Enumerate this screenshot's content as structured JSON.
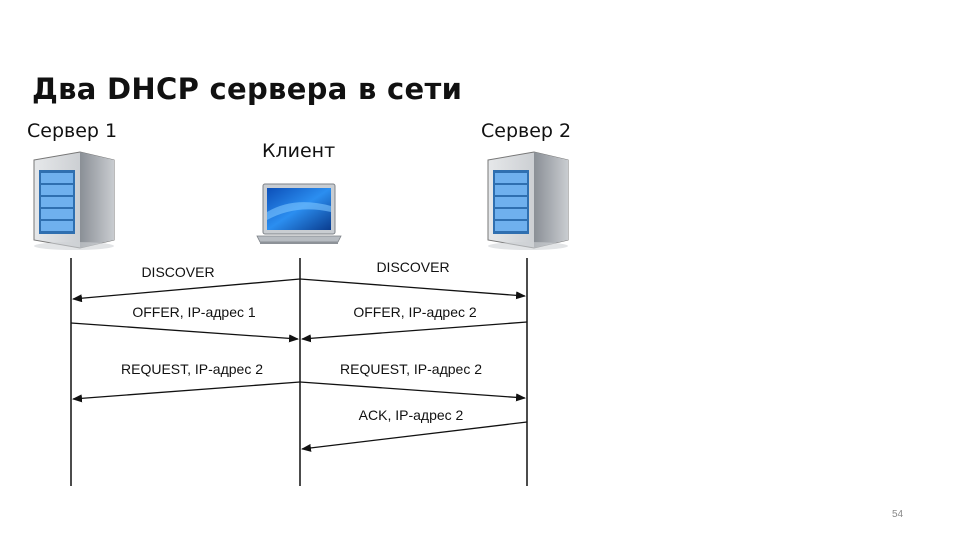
{
  "slide": {
    "title": "Два DHCP сервера в сети",
    "page_number": "54"
  },
  "actors": {
    "server1": {
      "label": "Сервер 1",
      "icon": "server-icon"
    },
    "client": {
      "label": "Клиент",
      "icon": "laptop-icon"
    },
    "server2": {
      "label": "Сервер 2",
      "icon": "server-icon"
    }
  },
  "messages": [
    {
      "label": "DISCOVER",
      "from": "client",
      "to": "server1"
    },
    {
      "label": "DISCOVER",
      "from": "client",
      "to": "server2"
    },
    {
      "label": "OFFER, IP-адрес 1",
      "from": "server1",
      "to": "client"
    },
    {
      "label": "OFFER, IP-адрес 2",
      "from": "server2",
      "to": "client"
    },
    {
      "label": "REQUEST, IP-адрес 2",
      "from": "client",
      "to": "server1"
    },
    {
      "label": "REQUEST, IP-адрес 2",
      "from": "client",
      "to": "server2"
    },
    {
      "label": "ACK, IP-адрес 2",
      "from": "server2",
      "to": "client"
    }
  ],
  "colors": {
    "line": "#111111",
    "server_blue": "#3a7fc4",
    "screen_blue": "#1a6fd0"
  }
}
